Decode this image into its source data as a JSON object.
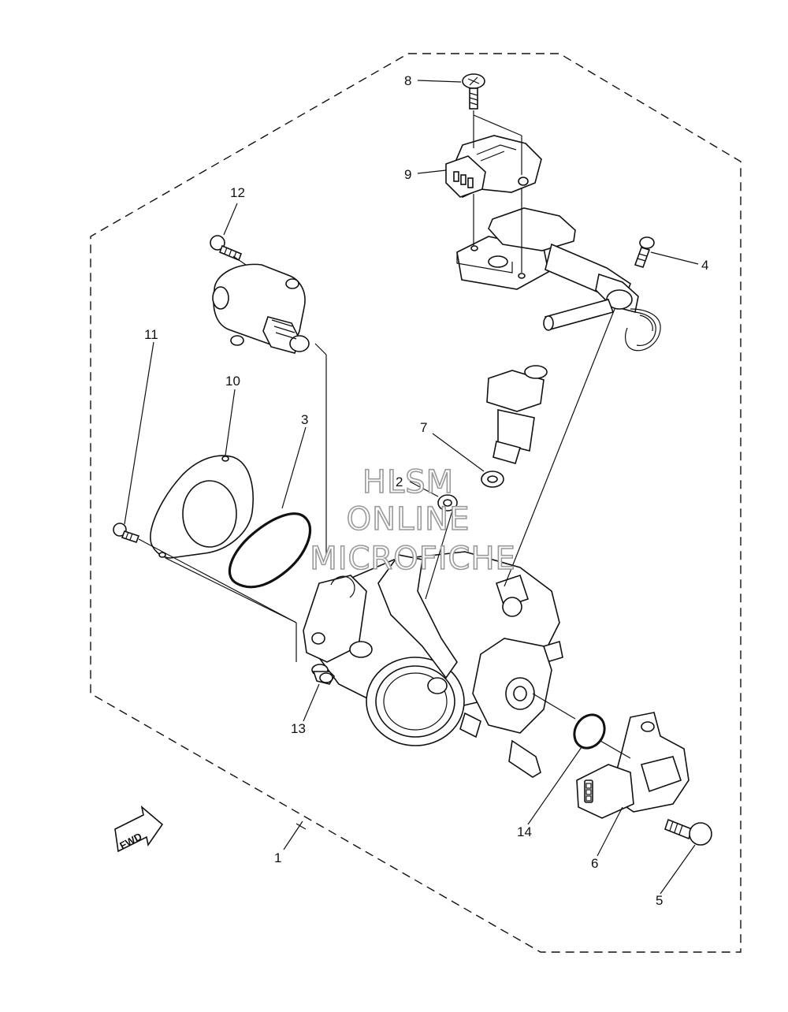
{
  "callouts": [
    {
      "id": "8",
      "label": "8"
    },
    {
      "id": "9",
      "label": "9"
    },
    {
      "id": "12",
      "label": "12"
    },
    {
      "id": "4",
      "label": "4"
    },
    {
      "id": "11",
      "label": "11"
    },
    {
      "id": "10",
      "label": "10"
    },
    {
      "id": "3",
      "label": "3"
    },
    {
      "id": "7",
      "label": "7"
    },
    {
      "id": "2",
      "label": "2"
    },
    {
      "id": "13",
      "label": "13"
    },
    {
      "id": "14",
      "label": "14"
    },
    {
      "id": "6",
      "label": "6"
    },
    {
      "id": "1",
      "label": "1"
    },
    {
      "id": "5",
      "label": "5"
    }
  ],
  "watermark": {
    "line1": "HLSM",
    "line2": "ONLINE",
    "line3": "MICROFICHE"
  },
  "fwd_label": "FWD"
}
